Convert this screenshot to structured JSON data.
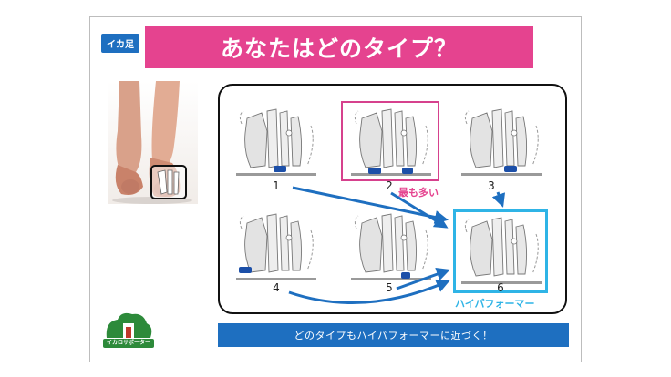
{
  "tag": {
    "label": "イカ足"
  },
  "title": "あなたはどのタイプ？",
  "types": [
    {
      "num": "1"
    },
    {
      "num": "2"
    },
    {
      "num": "3"
    },
    {
      "num": "4"
    },
    {
      "num": "5"
    },
    {
      "num": "6"
    }
  ],
  "most_common_label": "最も多い",
  "target_label": "ハイパフォーマー",
  "bottom_message": "どのタイプもハイパフォーマーに近づく！",
  "logo": {
    "text": "イカロサポーター"
  },
  "colors": {
    "pink": "#e5438f",
    "blue": "#1e6fc0",
    "cyan": "#2fb4e6",
    "pad": "#1c4fa8"
  }
}
